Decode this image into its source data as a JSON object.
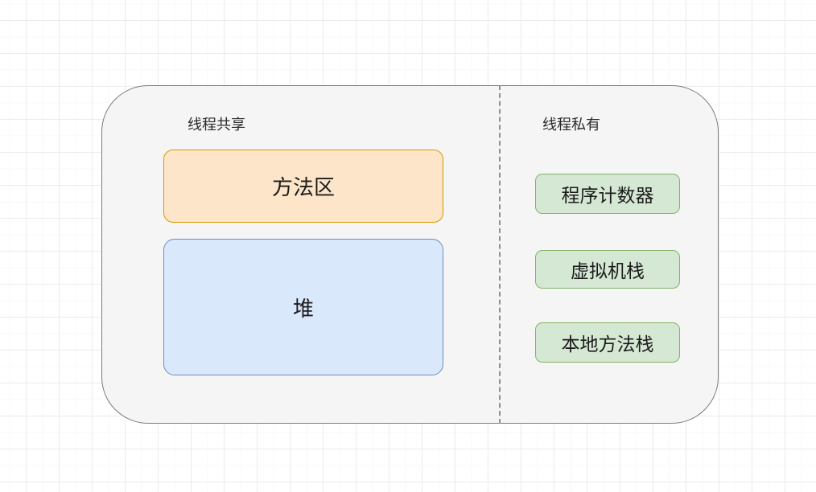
{
  "canvas": {
    "background": "#ffffff",
    "grid_color": "#ebebeb"
  },
  "container": {
    "fill": "#f5f5f5",
    "border": "#7d7d7d",
    "divider_color": "#8f8f8f"
  },
  "sections": {
    "shared": {
      "label": "线程共享",
      "boxes": [
        {
          "label": "方法区",
          "fill": "#fce5c9",
          "border": "#d79b00"
        },
        {
          "label": "堆",
          "fill": "#dae8fc",
          "border": "#6c8ebf"
        }
      ]
    },
    "private": {
      "label": "线程私有",
      "boxes": [
        {
          "label": "程序计数器",
          "fill": "#d5e8d4",
          "border": "#82b366"
        },
        {
          "label": "虚拟机栈",
          "fill": "#d5e8d4",
          "border": "#82b366"
        },
        {
          "label": "本地方法栈",
          "fill": "#d5e8d4",
          "border": "#82b366"
        }
      ]
    }
  }
}
